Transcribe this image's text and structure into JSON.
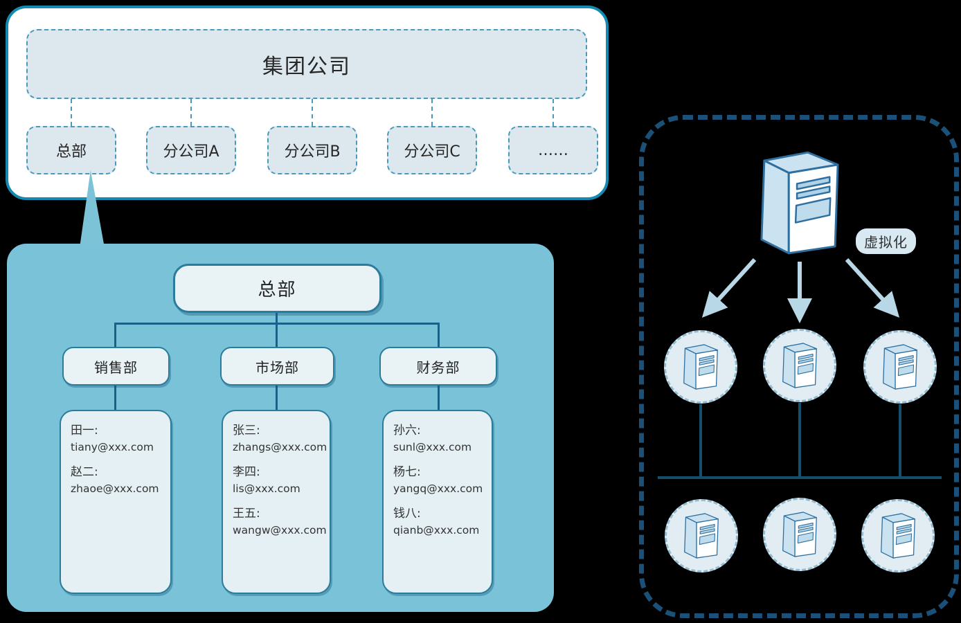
{
  "org_card": {
    "root_label": "集团公司",
    "children": [
      {
        "label": "总部"
      },
      {
        "label": "分公司A"
      },
      {
        "label": "分公司B"
      },
      {
        "label": "分公司C"
      },
      {
        "label": "……"
      }
    ]
  },
  "hq_panel": {
    "title": "总部",
    "departments": [
      {
        "name": "销售部",
        "contacts": [
          {
            "name": "田一:",
            "email": "tiany@xxx.com"
          },
          {
            "name": "赵二:",
            "email": "zhaoe@xxx.com"
          }
        ]
      },
      {
        "name": "市场部",
        "contacts": [
          {
            "name": "张三:",
            "email": "zhangs@xxx.com"
          },
          {
            "name": "李四:",
            "email": "lis@xxx.com"
          },
          {
            "name": "王五:",
            "email": "wangw@xxx.com"
          }
        ]
      },
      {
        "name": "财务部",
        "contacts": [
          {
            "name": "孙六:",
            "email": "sunl@xxx.com"
          },
          {
            "name": "杨七:",
            "email": "yangq@xxx.com"
          },
          {
            "name": "钱八:",
            "email": "qianb@xxx.com"
          }
        ]
      }
    ]
  },
  "virtualization": {
    "label": "虚拟化",
    "host_server_count": 1,
    "vm_server_count_top": 3,
    "vm_server_count_bottom": 3
  },
  "colors": {
    "card_border": "#1689b0",
    "dashed_box_border": "#4a99ba",
    "dashed_box_fill": "#dce8ee",
    "panel_fill": "#79c2d8",
    "panel_box_fill": "#e9f3f6",
    "panel_box_border": "#2b7c9c",
    "tree_line": "#176286",
    "virt_dash_border": "#1b5078",
    "virt_line": "#14506e",
    "circle_fill": "#e2edf3",
    "circle_border": "#93bcd0",
    "server_outline": "#2f6f9f",
    "server_light": "#cbe3f0",
    "arrow": "#b8d8e7",
    "label_pill": "#d8e9f2"
  }
}
